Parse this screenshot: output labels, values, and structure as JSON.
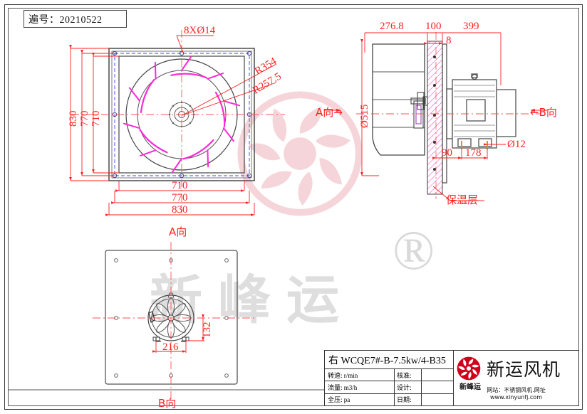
{
  "drawing_number": {
    "label": "遍号：",
    "value": "20210522",
    "full": "遍号：20210522"
  },
  "watermark": {
    "text": "新峰运",
    "registered_mark": "®"
  },
  "views": {
    "front": {
      "label": "A向",
      "hole_callout": "8XØ14",
      "radius_outer": "R354",
      "radius_inner": "R257.5",
      "vertical_dims": [
        "830",
        "770",
        "710"
      ],
      "horizontal_dims": [
        "710",
        "770",
        "830"
      ]
    },
    "side": {
      "label_left": "A向→",
      "label_right": "←B向",
      "top_dims": [
        "276.8",
        "100",
        "399"
      ],
      "plate_thickness": "8",
      "diameter": "Ø515",
      "bolt_diameter": "Ø12",
      "base_dims": [
        "90",
        "178"
      ],
      "insulation_label": "保温层"
    },
    "bottom": {
      "label": "B向",
      "width_dim": "216",
      "height_dim": "132"
    }
  },
  "title_block": {
    "model": "右  WCQE7#-B-7.5kw/4-B35",
    "rows": [
      {
        "param": "转速: r/min",
        "field": "核准:",
        "value": ""
      },
      {
        "param": "流量: m3/h",
        "field": "设计:",
        "value": ""
      },
      {
        "param": "全压: pa",
        "field": "日期:",
        "value": ""
      }
    ],
    "brand": {
      "name": "新运风机",
      "sub": "新峰运",
      "footer_line1": "网站：不锈钢风机.网址",
      "footer_line2": "www.xinyunfj.com"
    }
  },
  "colors": {
    "dimension": "#ff2020",
    "outline": "#404040",
    "blade": "#ff28d8",
    "bolt_line": "#4040ff",
    "insulation": "#ff44cc",
    "watermark": "#f3d2d6",
    "brand_red": "#d0021b"
  }
}
